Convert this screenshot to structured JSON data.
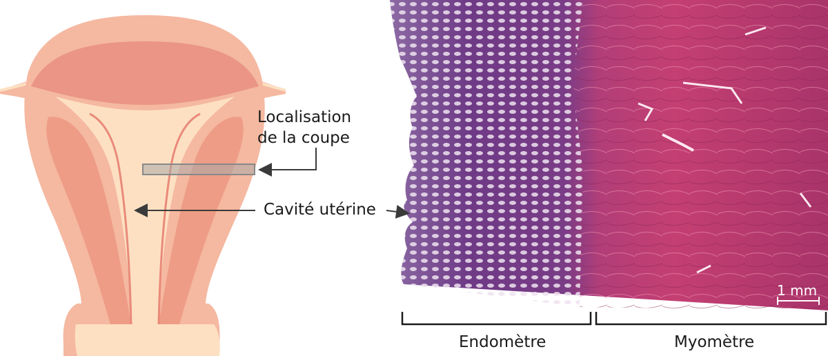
{
  "labels": {
    "section_location_line1": "Localisation",
    "section_location_line2": "de la coupe",
    "uterine_cavity": "Cavité utérine",
    "endometrium": "Endomètre",
    "myometrium": "Myomètre",
    "scale_bar": "1 mm"
  },
  "colors": {
    "uterus_outer": "#f5b8a0",
    "uterus_muscle": "#ee9c86",
    "uterus_inner": "#fde0c2",
    "uterus_fundus": "#ea9585",
    "endometrium_purple": "#6e3a86",
    "myometrium_pink": "#c43f72",
    "arrow": "#3a3a3a"
  },
  "icons": {
    "uterus": "uterus-diagram-icon",
    "histology": "histology-section-image"
  }
}
